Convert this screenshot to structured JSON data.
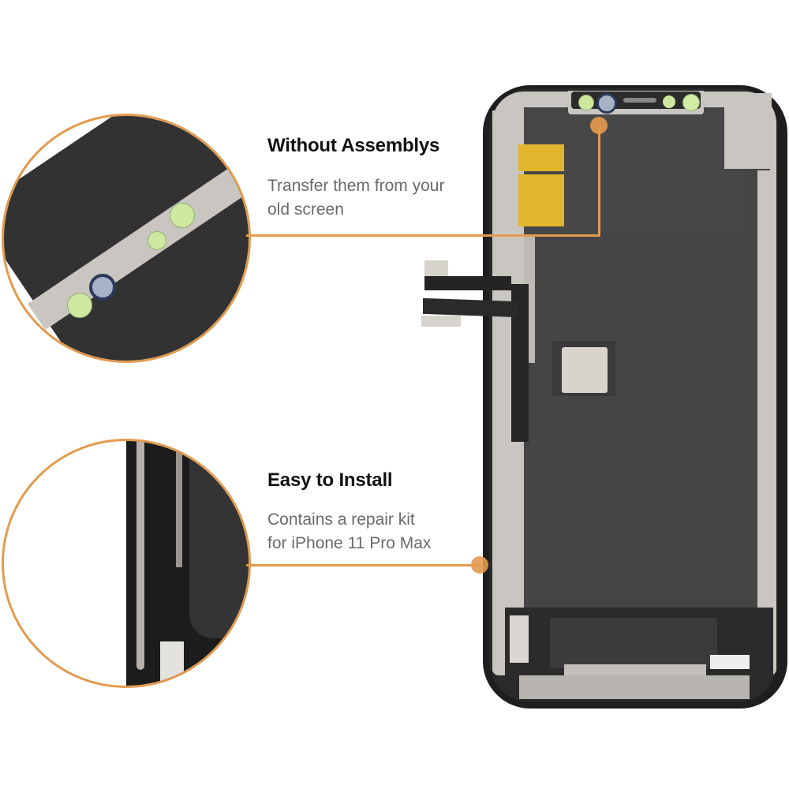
{
  "callouts": [
    {
      "title": "Without Assemblys",
      "description_line1": "Transfer them from your",
      "description_line2": "old screen",
      "zoom_subject": "front camera / sensor bracket"
    },
    {
      "title": "Easy to Install",
      "description_line1": "Contains a repair kit",
      "description_line2": "for iPhone 11 Pro Max",
      "zoom_subject": "side frame edge"
    }
  ],
  "colors": {
    "accent": "#e39a4f",
    "title_text": "#111111",
    "body_text": "#6a6a6a",
    "screen_panel": "#454545",
    "metal_frame": "#c9c6c2",
    "adhesive": "#e2b62c"
  },
  "product": {
    "name": "iPhone 11 Pro Max screen assembly"
  }
}
